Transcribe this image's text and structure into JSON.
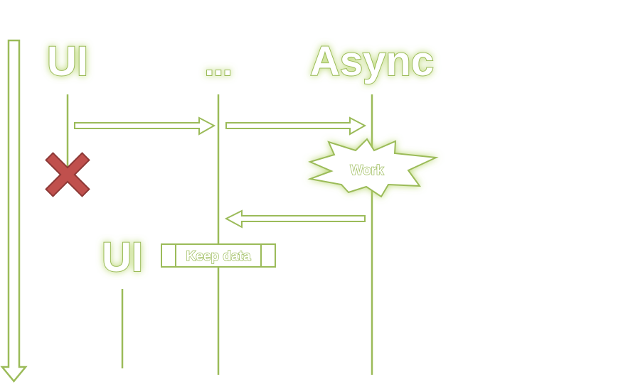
{
  "colors": {
    "line": "#9bbb59",
    "glow": "#c8e08a",
    "cancel": "#c0504d",
    "cancel_stroke": "#8c3836"
  },
  "lanes": {
    "ui": "UI",
    "middle": "...",
    "async": "Async"
  },
  "work_label": "Work",
  "new_ui_label": "UI",
  "keep_data_label": "Keep data",
  "icons": {
    "cancel": "x-mark-icon",
    "time": "down-arrow-icon",
    "burst": "explosion-icon"
  }
}
